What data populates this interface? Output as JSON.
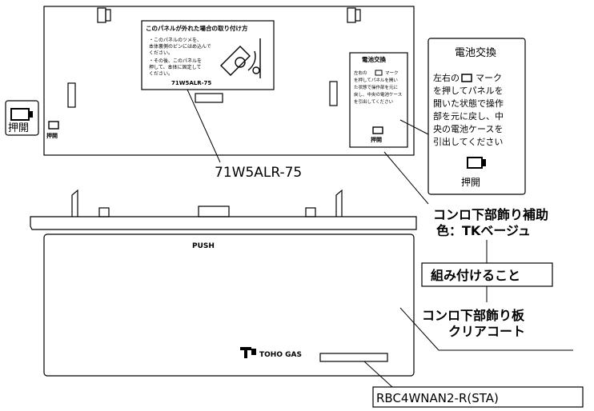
{
  "panel_label": {
    "title": "このパネルが外れた場合の取り付け方",
    "lines": [
      "・このパネルのツメを、",
      "本体裏側のピンにはめ込んで",
      "ください。",
      "・その後、このパネルを",
      "押して、本体に固定して",
      "ください。"
    ],
    "code": "71W5ALR-75"
  },
  "battery_small": {
    "title": "電池交換",
    "lines": [
      "左右の",
      "マーク",
      "を押してパネルを開い",
      "た状態で操作部を元に",
      "戻し、中央の電池ケース",
      "を引出してください"
    ],
    "button_label": "押開"
  },
  "left_tab": {
    "label": "押開"
  },
  "small_tab": {
    "label": "押開"
  },
  "callout_battery": {
    "title": "電池交換",
    "lines": [
      "左右の",
      "マーク",
      "を押してパネルを",
      "開いた状態で操作",
      "部を元に戻し、中",
      "央の電池ケースを",
      "引出してください"
    ],
    "button_label": "押開"
  },
  "part_upper": "71W5ALR-75",
  "note_aux": {
    "line1": "コンロ下部飾り補助",
    "line2": "色：TKベージュ"
  },
  "assemble_box": "組み付けること",
  "note_plate": {
    "line1": "コンロ下部飾り板",
    "line2": "クリアコート"
  },
  "push_label": "PUSH",
  "brand": "TOHO GAS",
  "part_lower": "RBC4WNAN2-R(STA)"
}
